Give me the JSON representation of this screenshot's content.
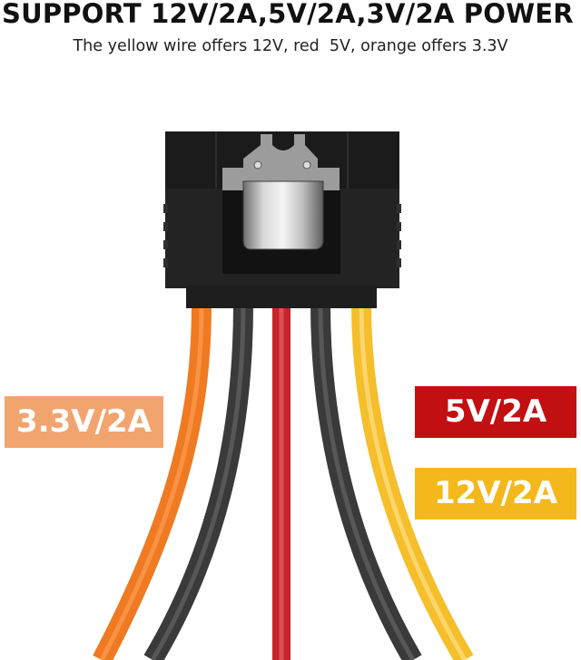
{
  "headline": "SUPPORT 12V/2A,5V/2A,3V/2A POWER",
  "subheadline": "The yellow wire offers 12V, red  5V, orange offers 3.3V",
  "labels": {
    "orange": {
      "text": "3.3V/2A",
      "color": "#f2a46f"
    },
    "red": {
      "text": "5V/2A",
      "color": "#c20f12"
    },
    "yellow": {
      "text": "12V/2A",
      "color": "#f5b81c"
    }
  },
  "wires": [
    {
      "name": "orange",
      "color": "#ef7a22"
    },
    {
      "name": "black",
      "color": "#3a3a3a"
    },
    {
      "name": "red",
      "color": "#d12a30"
    },
    {
      "name": "black",
      "color": "#3a3a3a"
    },
    {
      "name": "yellow",
      "color": "#f6c22e"
    }
  ]
}
